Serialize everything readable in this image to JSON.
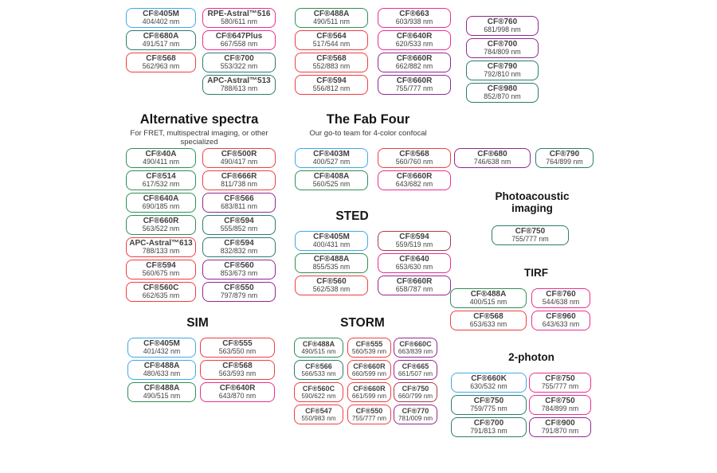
{
  "palette": {
    "blue": "#3FA9E8",
    "green": "#2E8F57",
    "teal": "#2A7D6E",
    "red": "#EF3E42",
    "darkred": "#AA3C49",
    "pink": "#EC2D8F",
    "purple": "#93278F"
  },
  "top": {
    "col1": [
      {
        "name": "CF®405M",
        "range": "404/402 nm",
        "color": "blue"
      },
      {
        "name": "CF®680A",
        "range": "491/517 nm",
        "color": "teal"
      },
      {
        "name": "CF®568",
        "range": "562/963 nm",
        "color": "red"
      }
    ],
    "col2": [
      {
        "name": "RPE-Astral™516",
        "range": "580/611 nm",
        "color": "pink"
      },
      {
        "name": "CF®647Plus",
        "range": "667/558 nm",
        "color": "pink"
      },
      {
        "name": "CF®700",
        "range": "553/322 nm",
        "color": "teal"
      },
      {
        "name": "APC-Astral™513",
        "range": "788/613 nm",
        "color": "teal"
      }
    ],
    "col3": [
      {
        "name": "CF®488A",
        "range": "490/511 nm",
        "color": "green"
      },
      {
        "name": "CF®564",
        "range": "517/544 nm",
        "color": "red"
      },
      {
        "name": "CF®568",
        "range": "552/883 nm",
        "color": "red"
      },
      {
        "name": "CF®594",
        "range": "556/812 nm",
        "color": "red"
      }
    ],
    "col4": [
      {
        "name": "CF®663",
        "range": "603/938 nm",
        "color": "pink"
      },
      {
        "name": "CF®640R",
        "range": "620/533 nm",
        "color": "pink"
      },
      {
        "name": "CF®660R",
        "range": "662/882 nm",
        "color": "purple"
      },
      {
        "name": "CF®660R",
        "range": "755/777 nm",
        "color": "purple"
      }
    ],
    "col5": [
      {
        "name": "CF®760",
        "range": "681/998 nm",
        "color": "purple"
      },
      {
        "name": "CF®700",
        "range": "784/809 nm",
        "color": "purple"
      },
      {
        "name": "CF®790",
        "range": "792/810 nm",
        "color": "teal"
      },
      {
        "name": "CF®980",
        "range": "852/870 nm",
        "color": "teal"
      }
    ]
  },
  "alt": {
    "title": "Alternative spectra",
    "subtitle": "For FRET, multispectral imaging, or other specialized",
    "col1": [
      {
        "name": "CF®40A",
        "range": "490/411 nm",
        "color": "green"
      },
      {
        "name": "CF®514",
        "range": "617/532 nm",
        "color": "green"
      },
      {
        "name": "CF®640A",
        "range": "690/185 nm",
        "color": "green"
      },
      {
        "name": "CF®660R",
        "range": "563/522 nm",
        "color": "green"
      },
      {
        "name": "APC-Astral™613",
        "range": "788/133 nm",
        "color": "red"
      },
      {
        "name": "CF®594",
        "range": "560/675 nm",
        "color": "red"
      },
      {
        "name": "CF®560C",
        "range": "662/635 nm",
        "color": "red"
      }
    ],
    "col2": [
      {
        "name": "CF®500R",
        "range": "490/417 nm",
        "color": "red"
      },
      {
        "name": "CF®666R",
        "range": "811/738 nm",
        "color": "red"
      },
      {
        "name": "CF®566",
        "range": "683/811 nm",
        "color": "purple"
      },
      {
        "name": "CF®594",
        "range": "555/852 nm",
        "color": "teal"
      },
      {
        "name": "CF®594",
        "range": "832/832 nm",
        "color": "teal"
      },
      {
        "name": "CF®560",
        "range": "853/673 nm",
        "color": "purple"
      },
      {
        "name": "CF®550",
        "range": "797/879 nm",
        "color": "purple"
      }
    ]
  },
  "fab": {
    "title": "The Fab Four",
    "subtitle": "Our go-to team for 4-color confocal",
    "col1": [
      {
        "name": "CF®403M",
        "range": "400/527 nm",
        "color": "blue"
      },
      {
        "name": "CF®408A",
        "range": "560/525 nm",
        "color": "green"
      }
    ],
    "col2": [
      {
        "name": "CF®568",
        "range": "560/760 nm",
        "color": "red"
      },
      {
        "name": "CF®660R",
        "range": "643/682 nm",
        "color": "pink"
      }
    ]
  },
  "sted": {
    "title": "STED",
    "col1": [
      {
        "name": "CF®405M",
        "range": "400/431 nm",
        "color": "blue"
      },
      {
        "name": "CF®488A",
        "range": "855/535 nm",
        "color": "green"
      },
      {
        "name": "CF®560",
        "range": "562/538 nm",
        "color": "red"
      }
    ],
    "col2": [
      {
        "name": "CF®594",
        "range": "559/519 nm",
        "color": "darkred"
      },
      {
        "name": "CF®640",
        "range": "653/630 nm",
        "color": "pink"
      },
      {
        "name": "CF®660R",
        "range": "658/787 nm",
        "color": "purple"
      }
    ]
  },
  "sim": {
    "title": "SIM",
    "col1": [
      {
        "name": "CF®405M",
        "range": "401/432 nm",
        "color": "blue"
      },
      {
        "name": "CF®488A",
        "range": "480/633 nm",
        "color": "blue"
      },
      {
        "name": "CF®488A",
        "range": "490/515 nm",
        "color": "green"
      }
    ],
    "col2": [
      {
        "name": "CF®555",
        "range": "563/550 nm",
        "color": "red"
      },
      {
        "name": "CF®568",
        "range": "563/593 nm",
        "color": "red"
      },
      {
        "name": "CF®640R",
        "range": "643/870 nm",
        "color": "pink"
      }
    ]
  },
  "storm": {
    "title": "STORM",
    "col1": [
      {
        "name": "CF®488A",
        "range": "490/515 nm",
        "color": "green"
      },
      {
        "name": "CF®566",
        "range": "566/533 nm",
        "color": "teal"
      },
      {
        "name": "CF®560C",
        "range": "590/622 nm",
        "color": "red"
      },
      {
        "name": "CF®547",
        "range": "550/983 nm",
        "color": "red"
      }
    ],
    "col2": [
      {
        "name": "CF®555",
        "range": "560/539 nm",
        "color": "red"
      },
      {
        "name": "CF®660R",
        "range": "660/599 nm",
        "color": "red"
      },
      {
        "name": "CF®660R",
        "range": "661/599 nm",
        "color": "red"
      },
      {
        "name": "CF®550",
        "range": "755/777 nm",
        "color": "red"
      }
    ],
    "col3": [
      {
        "name": "CF®660C",
        "range": "663/839 nm",
        "color": "purple"
      },
      {
        "name": "CF®665",
        "range": "661/507 nm",
        "color": "purple"
      },
      {
        "name": "CF®750",
        "range": "660/799 nm",
        "color": "darkred"
      },
      {
        "name": "CF®770",
        "range": "781/009 nm",
        "color": "purple"
      }
    ]
  },
  "misc": {
    "col1": [
      {
        "name": "CF®680",
        "range": "746/638 nm",
        "color": "purple"
      }
    ],
    "col2": [
      {
        "name": "CF®790",
        "range": "764/899 nm",
        "color": "teal"
      }
    ]
  },
  "photoacoustic": {
    "title": "Photoacoustic imaging",
    "pills": [
      {
        "name": "CF®750",
        "range": "755/777 nm",
        "color": "teal"
      }
    ]
  },
  "tirf": {
    "title": "TIRF",
    "col1": [
      {
        "name": "CF®488A",
        "range": "400/515 nm",
        "color": "green"
      },
      {
        "name": "CF®568",
        "range": "653/633 nm",
        "color": "red"
      }
    ],
    "col2": [
      {
        "name": "CF®760",
        "range": "544/638 nm",
        "color": "pink"
      },
      {
        "name": "CF®960",
        "range": "643/633 nm",
        "color": "pink"
      }
    ]
  },
  "twophoton": {
    "title": "2-photon",
    "col1": [
      {
        "name": "CF®660K",
        "range": "630/532 nm",
        "color": "blue"
      },
      {
        "name": "CF®750",
        "range": "759/775 nm",
        "color": "teal"
      },
      {
        "name": "CF®700",
        "range": "791/813 nm",
        "color": "teal"
      }
    ],
    "col2": [
      {
        "name": "CF®750",
        "range": "755/777 nm",
        "color": "pink"
      },
      {
        "name": "CF®750",
        "range": "784/899 nm",
        "color": "pink"
      },
      {
        "name": "CF®900",
        "range": "791/870 nm",
        "color": "purple"
      }
    ]
  }
}
